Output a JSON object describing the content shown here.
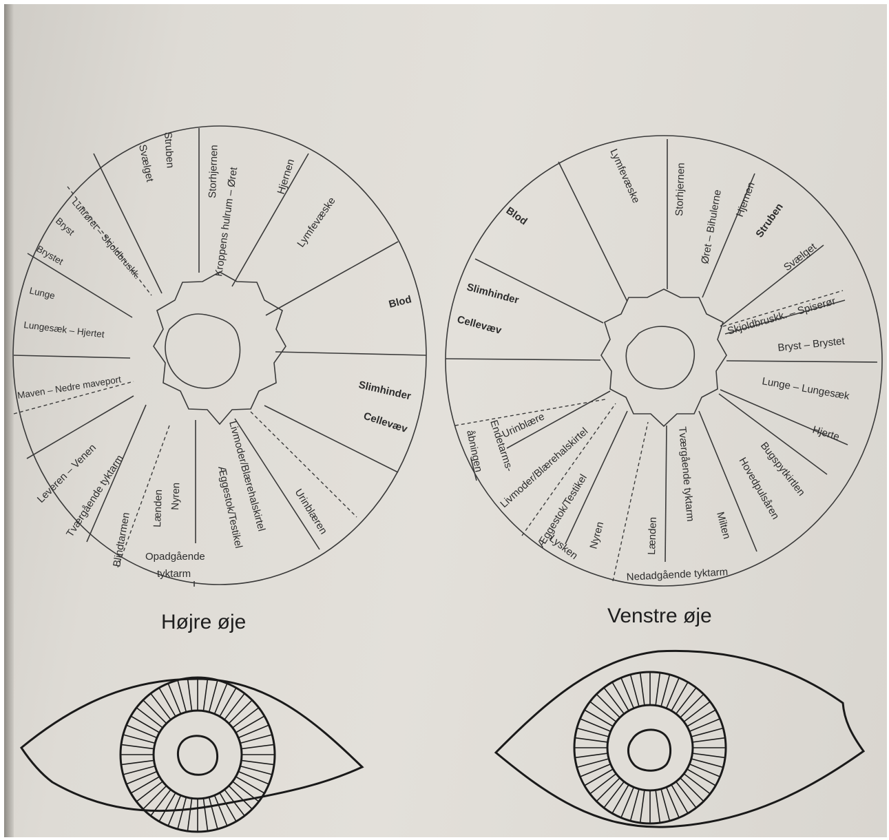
{
  "right_eye": {
    "caption": "Højre øje",
    "labels": {
      "svaelget": "Svælget",
      "struben": "Struben",
      "storhjernen": "Storhjernen",
      "kroppens_hulrum": "Kroppens hulrum – Øret",
      "hjernen": "Hjernen",
      "lymfevaeske": "Lymfevæske",
      "blod": "Blod",
      "slimhinder": "Slimhinder",
      "cellevaev": "Cellevæv",
      "urinblaeren": "Urinblæren",
      "livmoder": "Livmoder/Blærehalskirtel",
      "aeggestok": "Æggestok/Testikel",
      "opadgaaende": "Opadgående",
      "tyktarm": "tyktarm",
      "nyren": "Nyren",
      "laenden": "Lænden",
      "blindtarmen": "Blindtarmen",
      "tvaergaaende": "Tværgående tyktarm",
      "leveren": "Leveren – Venen",
      "maven": "Maven – Nedre maveport",
      "lungesaek": "Lungesæk – Hjertet",
      "lunge": "Lunge",
      "brystet": "Brystet",
      "bryst": "Bryst",
      "luftroeret": "Luftrøret – Skjoldbruskk."
    }
  },
  "left_eye": {
    "caption": "Venstre øje",
    "labels": {
      "blod": "Blod",
      "lymfevaeske": "Lymfevæske",
      "storhjernen": "Storhjernen",
      "oeret": "Øret – Bihulerne",
      "hjernen": "Hjernen",
      "struben": "Struben",
      "svaelget": "Svælget",
      "skjoldbruskk": "Skjoldbruskk. – Spiserør",
      "bryst": "Bryst – Brystet",
      "lunge": "Lunge – Lungesæk",
      "hjerte": "Hjerte",
      "bugspytkirtlen": "Bugspytkirtlen",
      "hovedpulsaaren": "Hovedpulsåren",
      "milten": "Milten",
      "nedadgaaende": "Nedadgående tyktarm",
      "tvaergaaende": "Tværgående tyktarm",
      "laenden": "Lænden",
      "nyren": "Nyren",
      "lysken": "Lysken",
      "aeggestok": "Æggestok/Testikel",
      "livmoder": "Livmoder/Blærehalskirtel",
      "urinblaere": "Urinblære",
      "endetarms": "Endetarms-",
      "aabningen": "åbningen",
      "slimhinder": "Slimhinder",
      "cellevaev": "Cellevæv"
    }
  }
}
